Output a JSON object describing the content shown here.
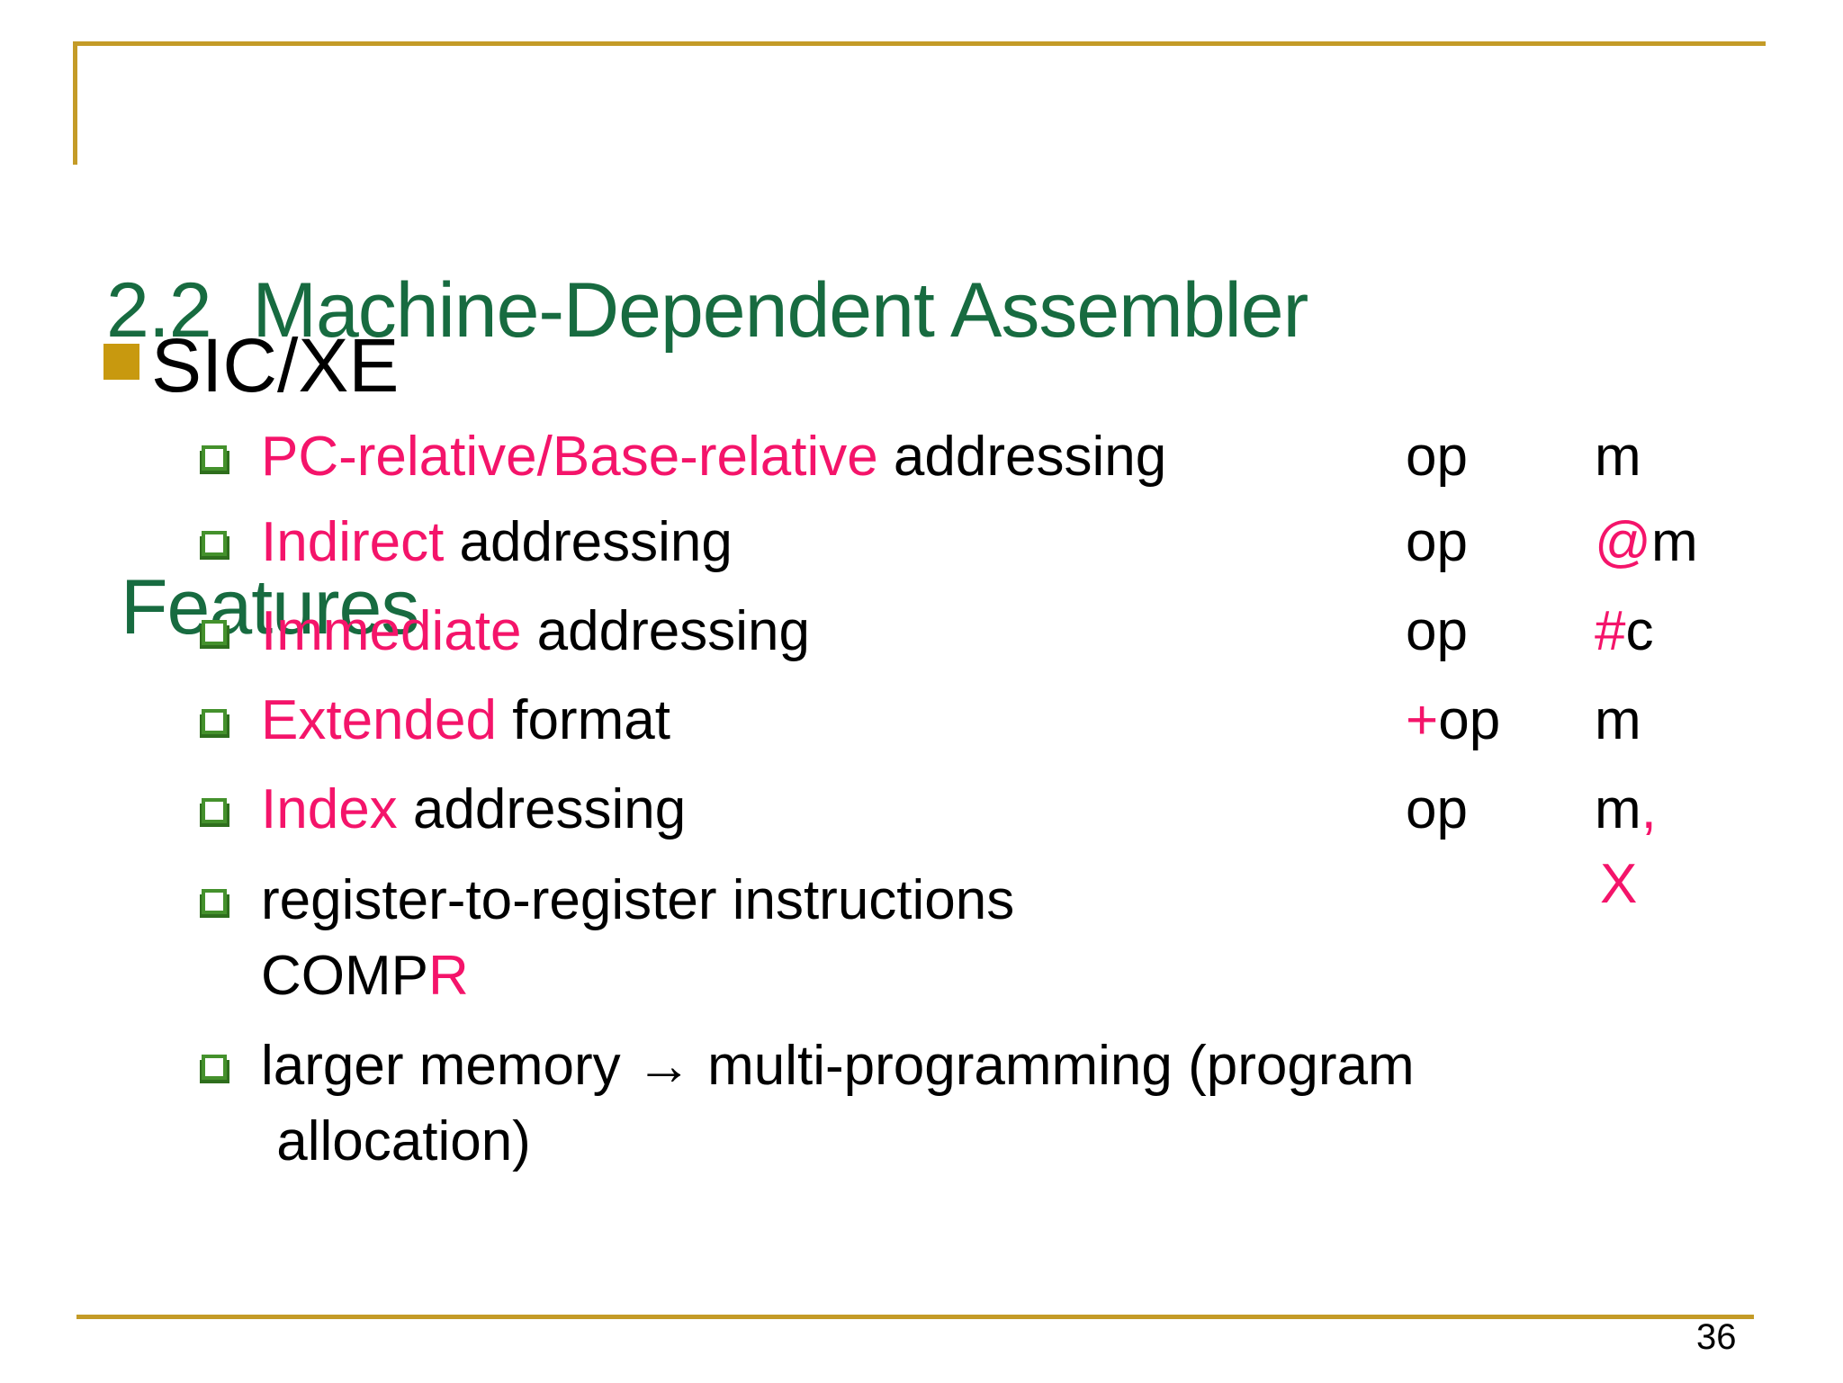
{
  "title": {
    "line1": "2.2  Machine-Dependent Assembler",
    "line2": "Features"
  },
  "main_bullet": {
    "label": "SIC/XE"
  },
  "items": [
    {
      "line1": [
        [
          "PC-relative/Base-relative",
          "pink"
        ],
        [
          " addressing",
          "black"
        ]
      ],
      "op": [
        [
          "op",
          "black"
        ]
      ],
      "operand": [
        [
          "m",
          "black"
        ]
      ]
    },
    {
      "line1": [
        [
          "Indirect",
          "pink"
        ],
        [
          " addressing",
          "black"
        ]
      ],
      "op": [
        [
          "op",
          "black"
        ]
      ],
      "operand": [
        [
          "@",
          "pink"
        ],
        [
          "m",
          "black"
        ]
      ]
    },
    {
      "line1": [
        [
          "Immediate",
          "pink"
        ],
        [
          " addressing",
          "black"
        ]
      ],
      "op": [
        [
          "op",
          "black"
        ]
      ],
      "operand": [
        [
          "#",
          "pink"
        ],
        [
          "c",
          "black"
        ]
      ]
    },
    {
      "line1": [
        [
          "Extended",
          "pink"
        ],
        [
          " format",
          "black"
        ]
      ],
      "op": [
        [
          "+",
          "pink"
        ],
        [
          "op",
          "black"
        ]
      ],
      "operand": [
        [
          "m",
          "black"
        ]
      ]
    },
    {
      "line1": [
        [
          "Index",
          "pink"
        ],
        [
          " addressing",
          "black"
        ]
      ],
      "op": [
        [
          "op",
          "black"
        ]
      ],
      "operand": [
        [
          "m",
          "black"
        ],
        [
          ",",
          "pink"
        ]
      ],
      "operand_line2": [
        [
          "X",
          "pink"
        ]
      ]
    },
    {
      "line1": [
        [
          "register-to-register instructions",
          "black"
        ]
      ],
      "line2": [
        [
          "COMP",
          "black"
        ],
        [
          "R",
          "pink"
        ]
      ]
    },
    {
      "line1": [
        [
          "larger memory → multi-programming (program",
          "black"
        ]
      ],
      "line2": [
        [
          " allocation)",
          "black"
        ]
      ]
    }
  ],
  "page": {
    "number": "36"
  },
  "colors": {
    "title_green": "#176B40",
    "gold_rule": "#C49B27",
    "gold_bullet": "#C8990F",
    "sub_bullet_green": "#44912C",
    "sub_bullet_shadow": "#2E6E1D",
    "pink": "#F4146A",
    "text": "#000000",
    "background": "#FFFFFF"
  }
}
